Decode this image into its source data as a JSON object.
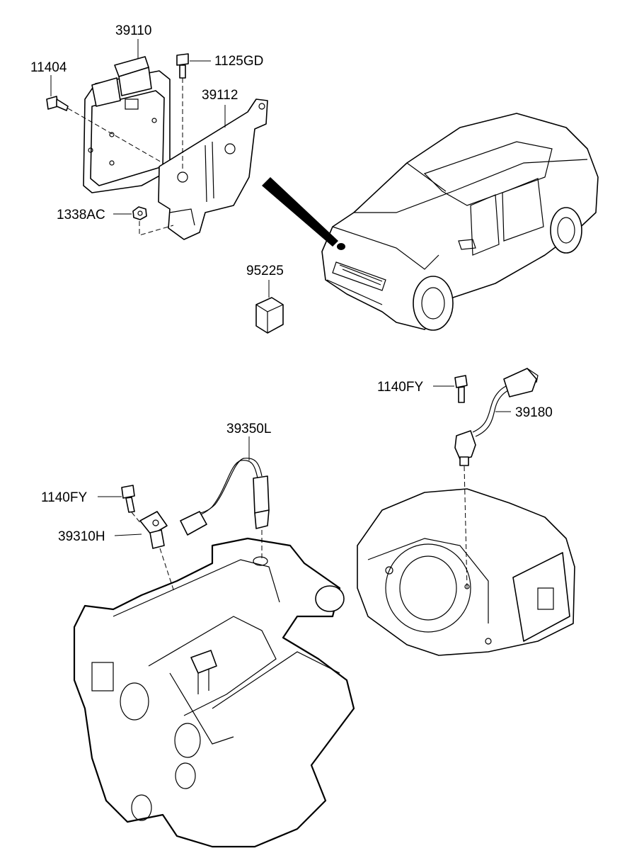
{
  "labels": {
    "ecu": "39110",
    "ecu_bolt": "11404",
    "bracket_bolt": "1125GD",
    "bracket": "39112",
    "nut": "1338AC",
    "relay": "95225",
    "trans_bolt": "1140FY",
    "crank_sensor": "39180",
    "oxygen_sensor": "39350L",
    "cam_bolt": "1140FY",
    "cam_sensor": "39310H"
  }
}
